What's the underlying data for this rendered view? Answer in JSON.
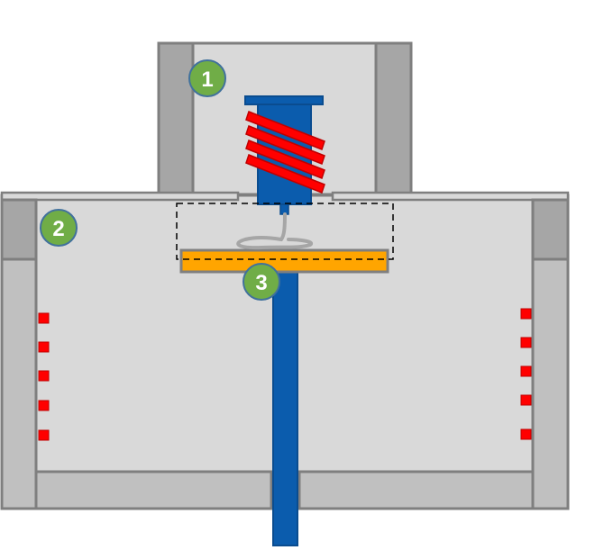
{
  "diagram": {
    "labels": [
      {
        "id": "1",
        "text": "1"
      },
      {
        "id": "2",
        "text": "2"
      },
      {
        "id": "3",
        "text": "3"
      }
    ],
    "colors": {
      "wall_dark": "#A6A6A6",
      "wall_light": "#C0C0C0",
      "chamber": "#D9D9D9",
      "outline": "#7F7F7F",
      "nozzle": "#0B5CAD",
      "coil": "#FF0000",
      "coil_edge": "#C00000",
      "bed": "#FFA500",
      "badge": "#70AD47",
      "badge_edge": "#41719C",
      "sensor": "#FF0000",
      "filament": "#A6A6A6"
    },
    "icons": [
      "heating-coil-icon",
      "nozzle-icon",
      "temperature-sensor-icon"
    ]
  }
}
